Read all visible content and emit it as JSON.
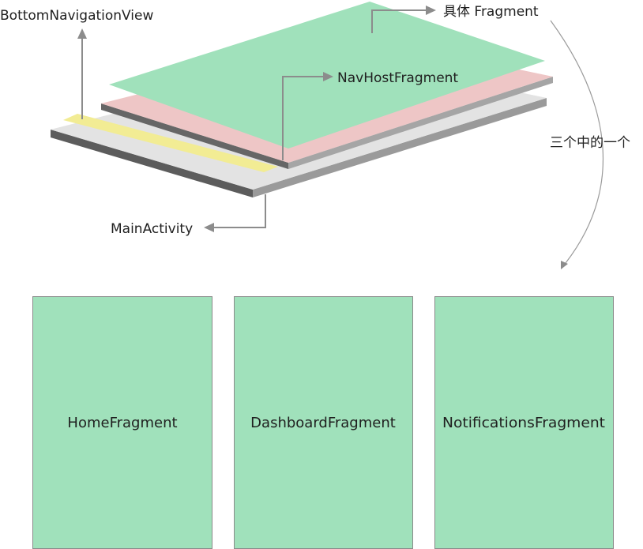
{
  "labels": {
    "bottom_navigation_view": "BottomNavigationView",
    "nav_host_fragment": "NavHostFragment",
    "concrete_fragment": "具体 Fragment",
    "main_activity": "MainActivity",
    "one_of_three": "三个中的一个"
  },
  "fragments": [
    {
      "name": "HomeFragment"
    },
    {
      "name": "DashboardFragment"
    },
    {
      "name": "NotificationsFragment"
    }
  ],
  "colors": {
    "fragment_green": "#a0e1bb",
    "nav_host_pink": "#eec6c6",
    "bottom_nav_yellow": "#f2ec94",
    "activity_light_gray": "#e3e3e3",
    "activity_dark_gray": "#5e5e5e",
    "connector_gray": "#8c8c8c"
  }
}
